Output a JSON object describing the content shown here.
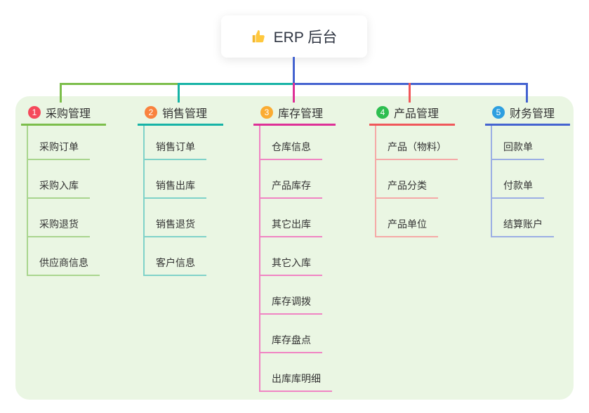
{
  "root": {
    "title": "ERP 后台",
    "icon": "thumbs-up-icon"
  },
  "colors": {
    "panel_bg": "#EAF6E3",
    "stem": "#4463D0",
    "text": "#333333",
    "node_bg": "#FFFFFF"
  },
  "branches": [
    {
      "num": "1",
      "label": "采购管理",
      "badge": "#F5495B",
      "line": "#7CBE4B",
      "line_light": "#A9D58E",
      "children": [
        "采购订单",
        "采购入库",
        "采购退货",
        "供应商信息"
      ]
    },
    {
      "num": "2",
      "label": "销售管理",
      "badge": "#F9823E",
      "line": "#16B3A6",
      "line_light": "#7FD2C9",
      "children": [
        "销售订单",
        "销售出库",
        "销售退货",
        "客户信息"
      ]
    },
    {
      "num": "3",
      "label": "库存管理",
      "badge": "#FBAC32",
      "line": "#DE3097",
      "line_light": "#F084C3",
      "children": [
        "仓库信息",
        "产品库存",
        "其它出库",
        "其它入库",
        "库存调拨",
        "库存盘点",
        "出库库明细"
      ]
    },
    {
      "num": "4",
      "label": "产品管理",
      "badge": "#2DBE50",
      "line": "#F0575A",
      "line_light": "#F5A9A7",
      "children": [
        "产品（物料）",
        "产品分类",
        "产品单位"
      ]
    },
    {
      "num": "5",
      "label": "财务管理",
      "badge": "#2D9FE0",
      "line": "#4463D0",
      "line_light": "#9BAEE4",
      "children": [
        "回款单",
        "付款单",
        "结算账户"
      ]
    }
  ]
}
